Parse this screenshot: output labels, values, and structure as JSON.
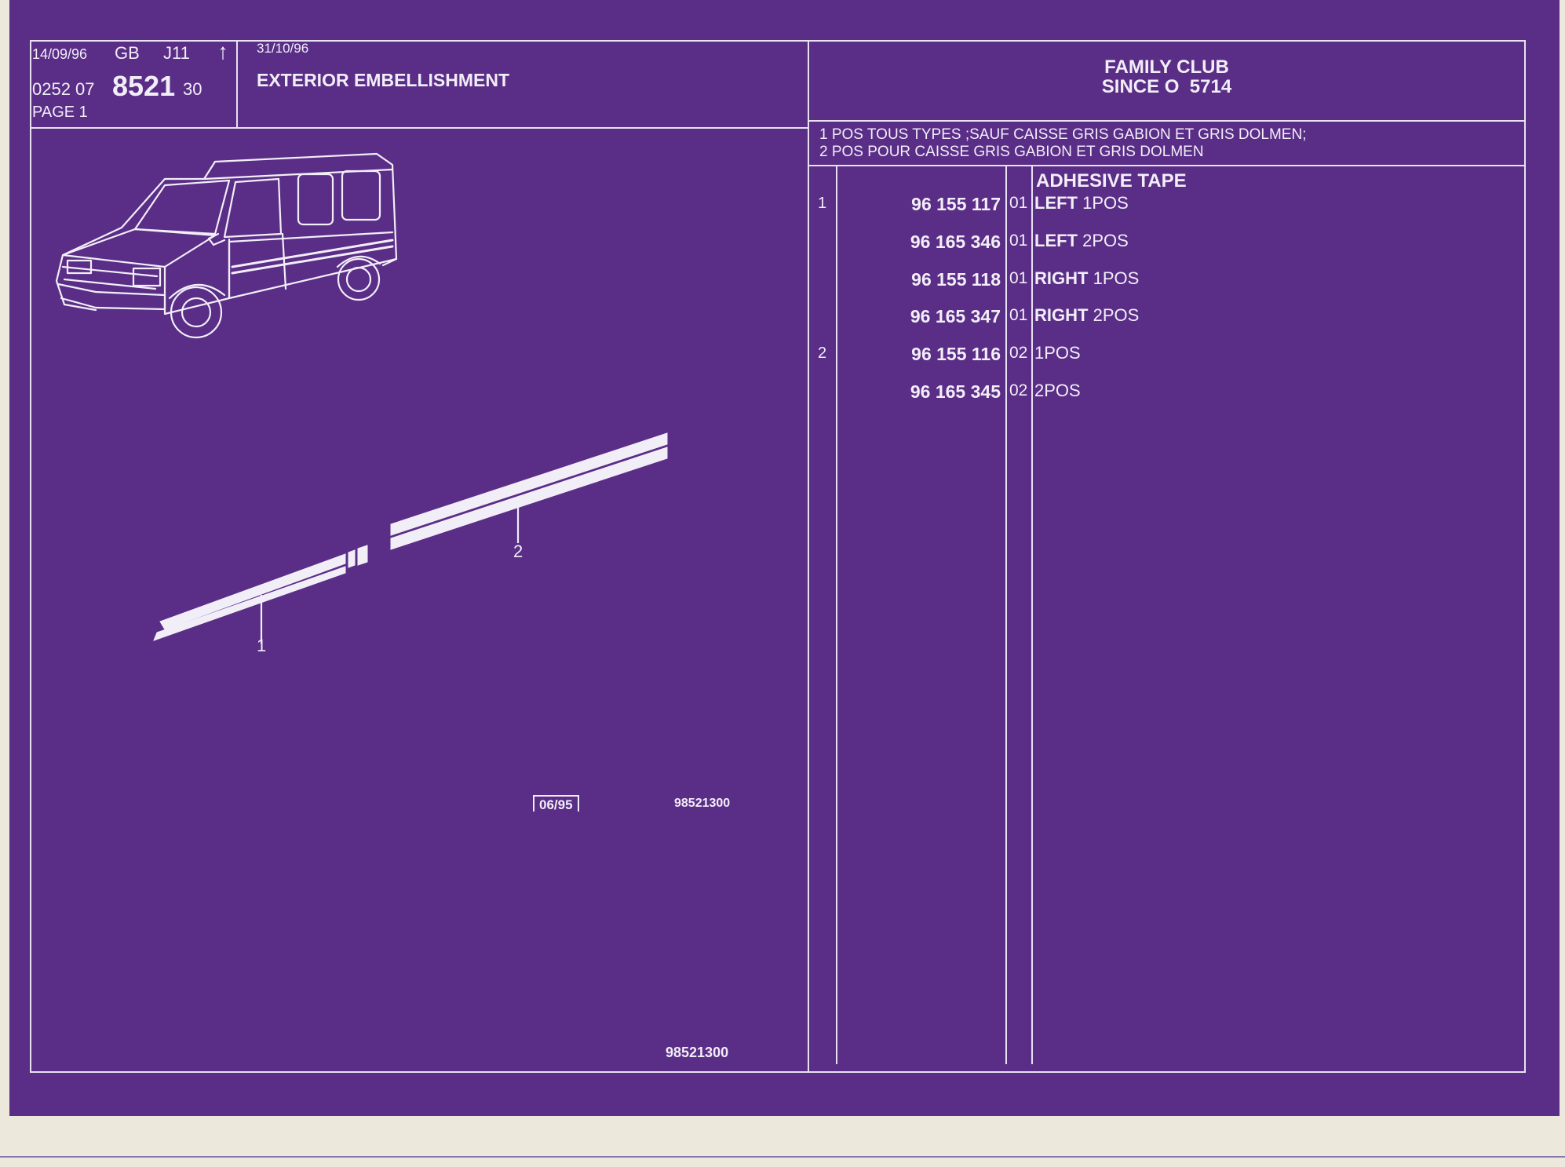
{
  "header": {
    "date1": "14/09/96",
    "lang": "GB",
    "code": "J11",
    "arrow": "↑",
    "ref_prefix": "0252 07",
    "ref_main": "8521",
    "ref_suffix": "30",
    "page": "PAGE 1",
    "date2": "31/10/96",
    "title": "EXTERIOR EMBELLISHMENT",
    "model_line1": "FAMILY CLUB",
    "model_line2": "SINCE O  5714"
  },
  "notes": [
    "1 POS TOUS TYPES ;SAUF CAISSE GRIS GABION ET GRIS DOLMEN;",
    "2 POS POUR CAISSE GRIS GABION ET GRIS DOLMEN"
  ],
  "section_title": "ADHESIVE TAPE",
  "parts": [
    {
      "pos": "1",
      "number": "96 155 117",
      "qty": "01",
      "side": "LEFT",
      "variant": "1POS"
    },
    {
      "pos": "",
      "number": "96 165 346",
      "qty": "01",
      "side": "LEFT",
      "variant": "2POS"
    },
    {
      "pos": "",
      "number": "96 155 118",
      "qty": "01",
      "side": "RIGHT",
      "variant": "1POS"
    },
    {
      "pos": "",
      "number": "96 165 347",
      "qty": "01",
      "side": "RIGHT",
      "variant": "2POS"
    },
    {
      "pos": "2",
      "number": "96 155 116",
      "qty": "02",
      "side": "",
      "variant": "1POS"
    },
    {
      "pos": "",
      "number": "96 165 345",
      "qty": "02",
      "side": "",
      "variant": "2POS"
    }
  ],
  "diagram": {
    "callout_1": "1",
    "callout_2": "2",
    "stamp_date": "06/95",
    "stamp_ref": "98521300",
    "footer_ref": "98521300"
  },
  "colors": {
    "background": "#5a2e87",
    "ink": "#f2eef8",
    "paper": "#ece8dc"
  }
}
